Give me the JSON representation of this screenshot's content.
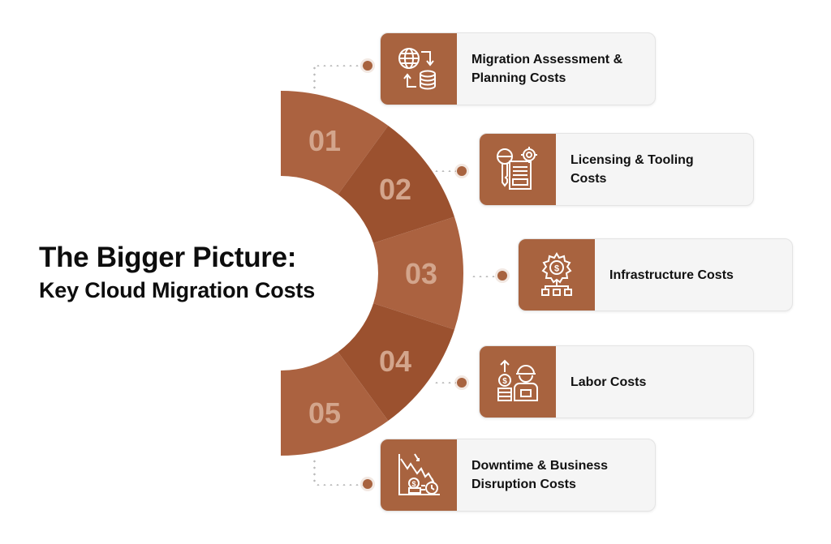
{
  "title": {
    "line1": "The Bigger Picture:",
    "line2": "Key Cloud Migration Costs"
  },
  "colors": {
    "accent": "#a8633f",
    "segment_light": "#ab6240",
    "segment_dark": "#9b512f",
    "number": "#d3a58c",
    "card_bg": "#f5f5f5"
  },
  "segments": [
    {
      "number": "01"
    },
    {
      "number": "02"
    },
    {
      "number": "03"
    },
    {
      "number": "04"
    },
    {
      "number": "05"
    }
  ],
  "items": [
    {
      "number": "01",
      "label": "Migration Assessment & Planning Costs",
      "line1": "Migration Assessment &",
      "line2": "Planning Costs",
      "icon": "globe-database-cycle-icon"
    },
    {
      "number": "02",
      "label": "Licensing & Tooling Costs",
      "line1": "Licensing & Tooling",
      "line2": "Costs",
      "icon": "key-document-gear-icon"
    },
    {
      "number": "03",
      "label": "Infrastructure Costs",
      "line1": "Infrastructure Costs",
      "line2": "",
      "icon": "gear-dollar-network-icon"
    },
    {
      "number": "04",
      "label": "Labor Costs",
      "line1": "Labor Costs",
      "line2": "",
      "icon": "worker-coins-icon"
    },
    {
      "number": "05",
      "label": "Downtime & Business Disruption Costs",
      "line1": "Downtime & Business",
      "line2": "Disruption Costs",
      "icon": "chart-decline-clock-icon"
    }
  ]
}
